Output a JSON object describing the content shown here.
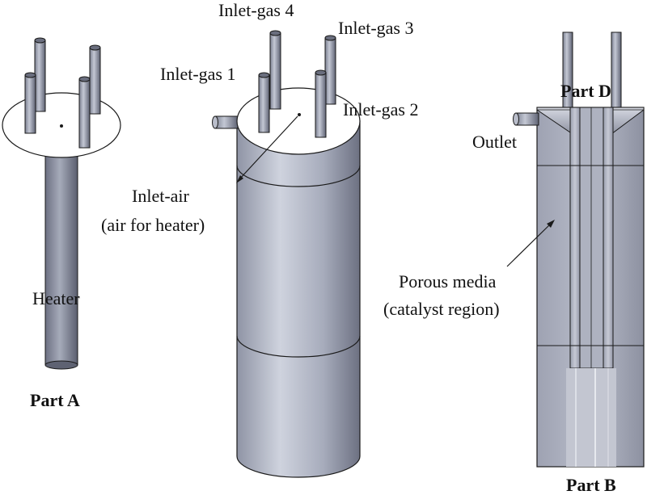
{
  "labels": {
    "inlet_gas_1": "Inlet-gas 1",
    "inlet_gas_2": "Inlet-gas 2",
    "inlet_gas_3": "Inlet-gas 3",
    "inlet_gas_4": "Inlet-gas 4",
    "inlet_air_line1": "Inlet-air",
    "inlet_air_line2": "(air for heater)",
    "heater": "Heater",
    "outlet": "Outlet",
    "porous_line1": "Porous media",
    "porous_line2": "(catalyst region)"
  },
  "parts": {
    "part_a": "Part A",
    "part_b": "Part B",
    "part_d": "Part D"
  },
  "colors": {
    "metal_light": "#c9cdd9",
    "metal_mid": "#9ea3b4",
    "metal_dark": "#5e6272",
    "edge": "#1a1a1a"
  }
}
